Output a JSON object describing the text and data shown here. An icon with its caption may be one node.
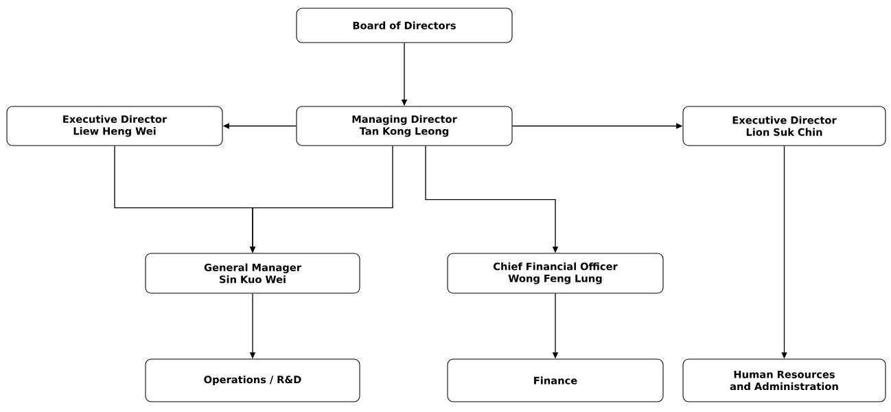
{
  "diagram": {
    "nodes": [
      {
        "text": [
          "Board of Directors"
        ]
      },
      {
        "text": [
          "Executive Director",
          "Liew Heng Wei"
        ]
      },
      {
        "text": [
          "Managing Director",
          "Tan Kong Leong"
        ]
      },
      {
        "text": [
          "Executive Director",
          "Lion Suk Chin"
        ]
      },
      {
        "text": [
          "General Manager",
          "Sin Kuo Wei"
        ]
      },
      {
        "text": [
          "Chief Financial Officer",
          "Wong Feng Lung"
        ]
      },
      {
        "text": [
          "Operations / R&D"
        ]
      },
      {
        "text": [
          "Finance"
        ]
      },
      {
        "text": [
          "Human Resources and Administration"
        ]
      }
    ],
    "edges": [
      {
        "from": 0,
        "to": 2,
        "arrow": "to"
      },
      {
        "from": 2,
        "to": 1,
        "arrow": "to"
      },
      {
        "from": 2,
        "to": 3,
        "arrow": "to"
      },
      {
        "from": 1,
        "to": 4,
        "arrow": "to"
      },
      {
        "from": 2,
        "to": 4,
        "arrow": "to"
      },
      {
        "from": 2,
        "to": 5,
        "arrow": "to"
      },
      {
        "from": 4,
        "to": 6,
        "arrow": "to"
      },
      {
        "from": 5,
        "to": 7,
        "arrow": "to"
      },
      {
        "from": 3,
        "to": 8,
        "arrow": "to"
      }
    ]
  }
}
